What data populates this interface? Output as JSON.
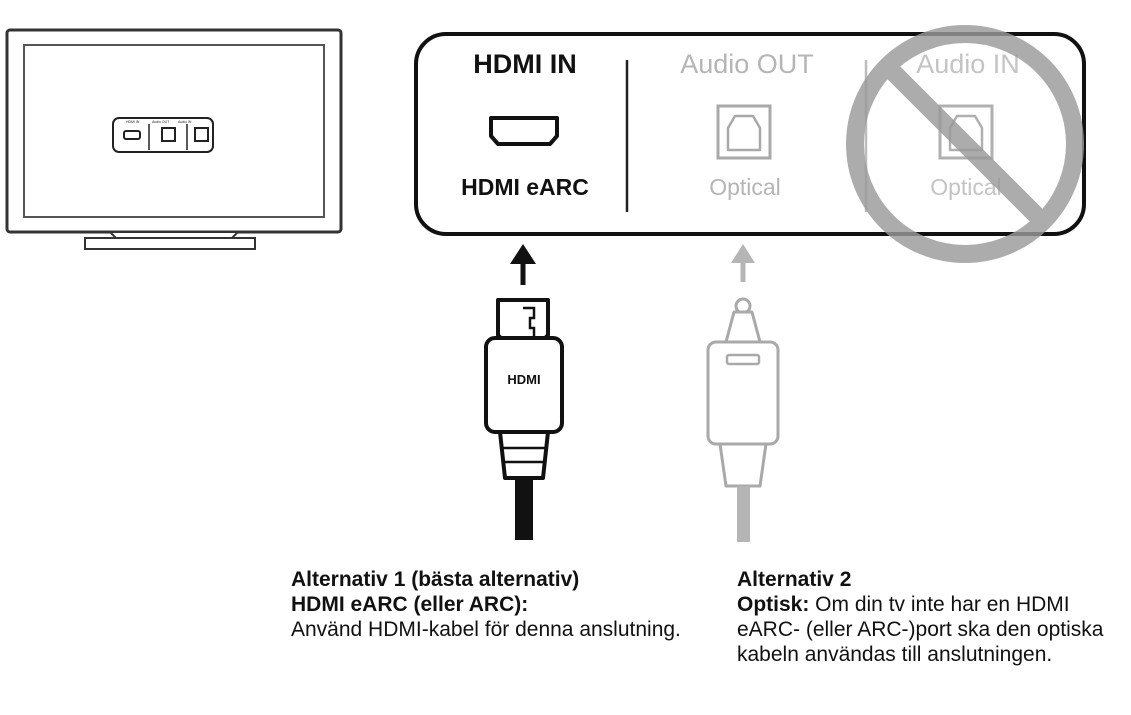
{
  "tv_panel": {
    "labels": [
      "HDMI IN",
      "Audio OUT",
      "Audio IN"
    ]
  },
  "port_panel": {
    "sections": [
      {
        "heading": "HDMI IN",
        "port_label": "HDMI eARC",
        "state": "active"
      },
      {
        "heading": "Audio OUT",
        "port_label": "Optical",
        "state": "inactive"
      },
      {
        "heading": "Audio IN",
        "port_label": "Optical",
        "state": "prohibited"
      }
    ]
  },
  "cables": {
    "hdmi_label": "HDMI"
  },
  "captions": {
    "option_1": {
      "title": "Alternativ 1 (bästa alternativ)",
      "subtitle": "HDMI eARC (eller ARC):",
      "body": "Använd HDMI-kabel för denna anslutning."
    },
    "option_2": {
      "title": "Alternativ 2",
      "lead": "Optisk:",
      "body": " Om din tv inte har en HDMI eARC- (eller ARC-)port ska den optiska kabeln användas till anslutningen."
    }
  },
  "colors": {
    "active": "#111111",
    "inactive": "#b5b5b5",
    "prohibited": "#9a9a9a"
  }
}
